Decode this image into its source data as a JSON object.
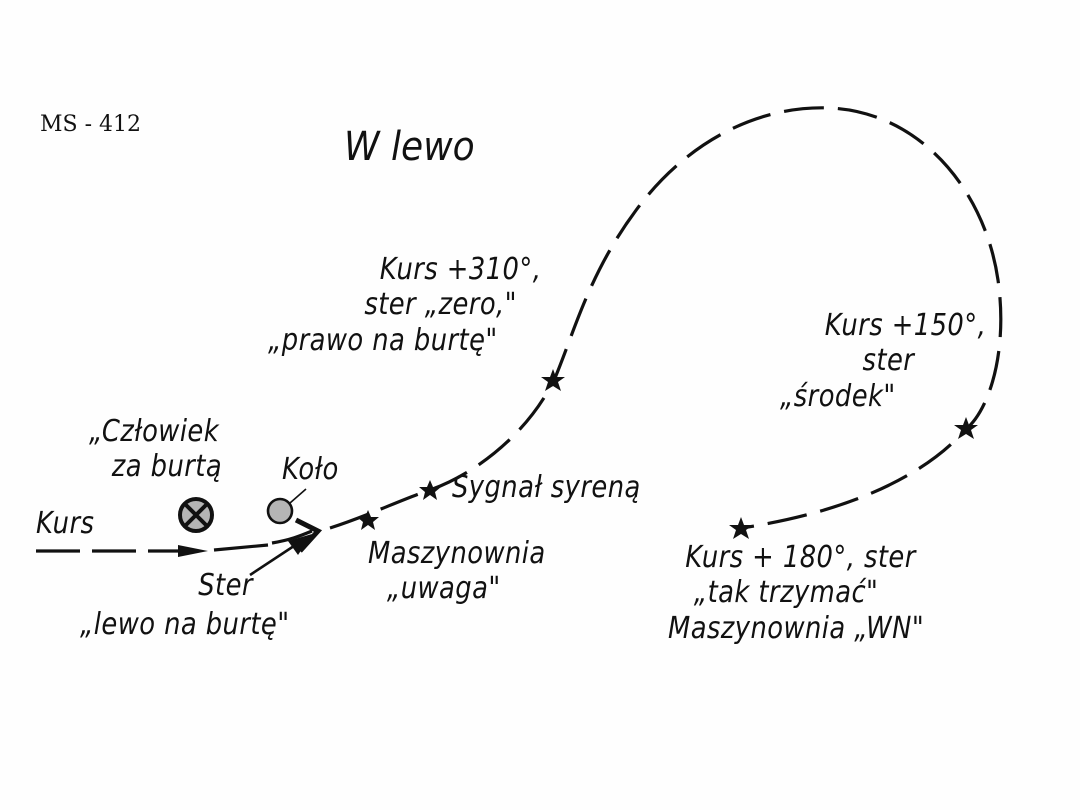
{
  "header": {
    "code": "MS - 412",
    "title": "W lewo"
  },
  "labels": {
    "kurs_start": "Kurs",
    "man_overboard": {
      "line1": "„Człowiek",
      "line2": "za burtą"
    },
    "lifebuoy": "Koło",
    "rudder_left": {
      "line1": "Ster",
      "line2": "„lewo na burtę\""
    },
    "engine_room_attention": {
      "line1": "Maszynownia",
      "line2": "„uwaga\""
    },
    "siren_signal": "Sygnał syreną",
    "course_310": {
      "line1": "Kurs +310°,",
      "line2": "ster „zero,\"",
      "line3": "„prawo na burtę\""
    },
    "course_150": {
      "line1": "Kurs +150°,",
      "line2": "ster",
      "line3": "„środek\""
    },
    "course_180": {
      "line1": "Kurs + 180°, ster",
      "line2": "„tak trzymać\"",
      "line3": "Maszynownia „WN\""
    }
  },
  "symbols": {
    "man_overboard_marker": "circle-with-x",
    "lifebuoy_marker": "grey-circle",
    "waypoint_marker": "star"
  },
  "colors": {
    "ink": "#111111",
    "buoy_fill": "#b5b5b5",
    "background": "#fefefe"
  }
}
